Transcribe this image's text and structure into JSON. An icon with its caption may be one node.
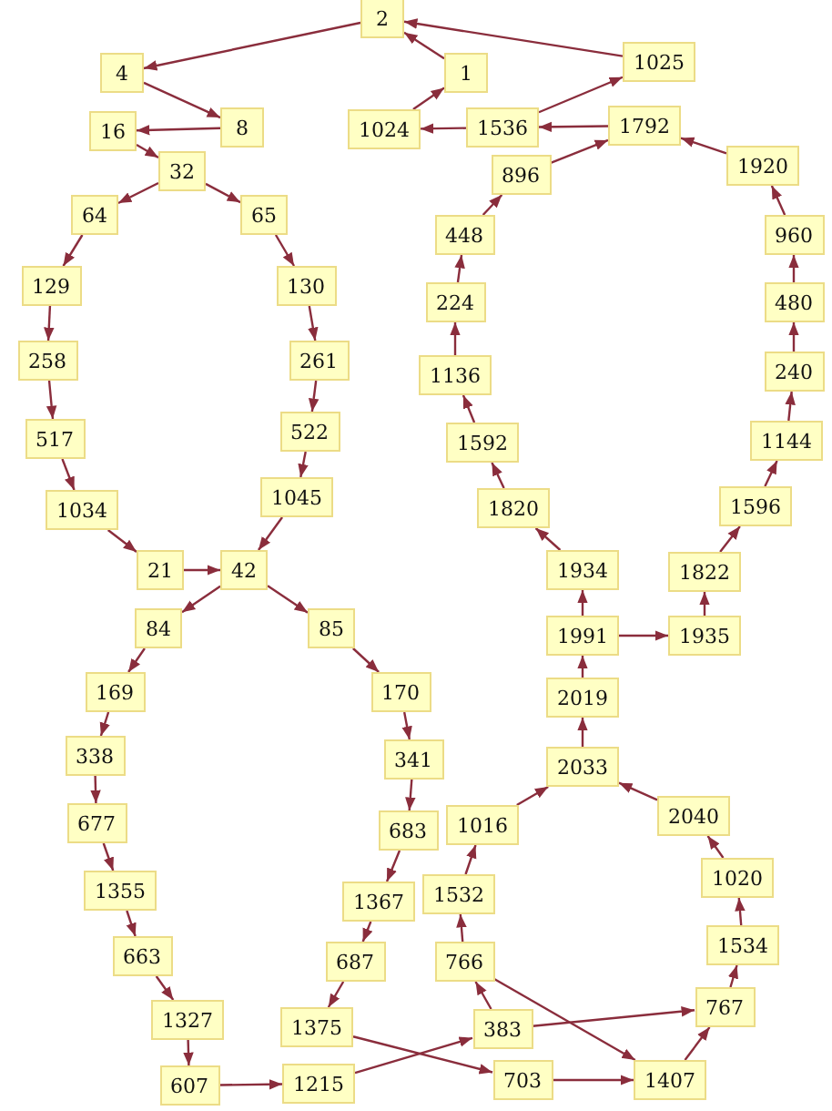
{
  "diagram": {
    "nodes": [
      {
        "text": [
          "2"
        ]
      },
      {
        "text": [
          "4"
        ]
      },
      {
        "text": [
          "1"
        ]
      },
      {
        "text": [
          "1025"
        ]
      },
      {
        "text": [
          "8"
        ]
      },
      {
        "text": [
          "16"
        ]
      },
      {
        "text": [
          "1024"
        ]
      },
      {
        "text": [
          "1536"
        ]
      },
      {
        "text": [
          "1792"
        ]
      },
      {
        "text": [
          "32"
        ]
      },
      {
        "text": [
          "896"
        ]
      },
      {
        "text": [
          "1920"
        ]
      },
      {
        "text": [
          "64"
        ]
      },
      {
        "text": [
          "65"
        ]
      },
      {
        "text": [
          "448"
        ]
      },
      {
        "text": [
          "960"
        ]
      },
      {
        "text": [
          "129"
        ]
      },
      {
        "text": [
          "130"
        ]
      },
      {
        "text": [
          "224"
        ]
      },
      {
        "text": [
          "480"
        ]
      },
      {
        "text": [
          "258"
        ]
      },
      {
        "text": [
          "261"
        ]
      },
      {
        "text": [
          "1136"
        ]
      },
      {
        "text": [
          "240"
        ]
      },
      {
        "text": [
          "517"
        ]
      },
      {
        "text": [
          "522"
        ]
      },
      {
        "text": [
          "1592"
        ]
      },
      {
        "text": [
          "1144"
        ]
      },
      {
        "text": [
          "1034"
        ]
      },
      {
        "text": [
          "1045"
        ]
      },
      {
        "text": [
          "1820"
        ]
      },
      {
        "text": [
          "1596"
        ]
      },
      {
        "text": [
          "21"
        ]
      },
      {
        "text": [
          "42"
        ]
      },
      {
        "text": [
          "1934"
        ]
      },
      {
        "text": [
          "1822"
        ]
      },
      {
        "text": [
          "84"
        ]
      },
      {
        "text": [
          "85"
        ]
      },
      {
        "text": [
          "1991"
        ]
      },
      {
        "text": [
          "1935"
        ]
      },
      {
        "text": [
          "169"
        ]
      },
      {
        "text": [
          "170"
        ]
      },
      {
        "text": [
          "2019"
        ]
      },
      {
        "text": [
          "338"
        ]
      },
      {
        "text": [
          "341"
        ]
      },
      {
        "text": [
          "2033"
        ]
      },
      {
        "text": [
          "677"
        ]
      },
      {
        "text": [
          "683"
        ]
      },
      {
        "text": [
          "1016"
        ]
      },
      {
        "text": [
          "2040"
        ]
      },
      {
        "text": [
          "1355"
        ]
      },
      {
        "text": [
          "1367"
        ]
      },
      {
        "text": [
          "1532"
        ]
      },
      {
        "text": [
          "1020"
        ]
      },
      {
        "text": [
          "663"
        ]
      },
      {
        "text": [
          "687"
        ]
      },
      {
        "text": [
          "766"
        ]
      },
      {
        "text": [
          "1534"
        ]
      },
      {
        "text": [
          "1327"
        ]
      },
      {
        "text": [
          "1375"
        ]
      },
      {
        "text": [
          "383"
        ]
      },
      {
        "text": [
          "767"
        ]
      },
      {
        "text": [
          "607"
        ]
      },
      {
        "text": [
          "1215"
        ]
      },
      {
        "text": [
          "703"
        ]
      },
      {
        "text": [
          "1407"
        ]
      }
    ],
    "edges": [
      {
        "from": 0,
        "to": 1,
        "arrow": "to"
      },
      {
        "from": 1,
        "to": 4,
        "arrow": "to"
      },
      {
        "from": 4,
        "to": 5,
        "arrow": "to"
      },
      {
        "from": 5,
        "to": 9,
        "arrow": "to"
      },
      {
        "from": 9,
        "to": 12,
        "arrow": "to"
      },
      {
        "from": 9,
        "to": 13,
        "arrow": "to"
      },
      {
        "from": 12,
        "to": 16,
        "arrow": "to"
      },
      {
        "from": 16,
        "to": 20,
        "arrow": "to"
      },
      {
        "from": 20,
        "to": 24,
        "arrow": "to"
      },
      {
        "from": 24,
        "to": 28,
        "arrow": "to"
      },
      {
        "from": 28,
        "to": 32,
        "arrow": "to"
      },
      {
        "from": 32,
        "to": 33,
        "arrow": "to"
      },
      {
        "from": 13,
        "to": 17,
        "arrow": "to"
      },
      {
        "from": 17,
        "to": 21,
        "arrow": "to"
      },
      {
        "from": 21,
        "to": 25,
        "arrow": "to"
      },
      {
        "from": 25,
        "to": 29,
        "arrow": "to"
      },
      {
        "from": 29,
        "to": 33,
        "arrow": "to"
      },
      {
        "from": 33,
        "to": 36,
        "arrow": "to"
      },
      {
        "from": 33,
        "to": 37,
        "arrow": "to"
      },
      {
        "from": 36,
        "to": 40,
        "arrow": "to"
      },
      {
        "from": 40,
        "to": 43,
        "arrow": "to"
      },
      {
        "from": 43,
        "to": 46,
        "arrow": "to"
      },
      {
        "from": 46,
        "to": 50,
        "arrow": "to"
      },
      {
        "from": 50,
        "to": 54,
        "arrow": "to"
      },
      {
        "from": 54,
        "to": 58,
        "arrow": "to"
      },
      {
        "from": 58,
        "to": 62,
        "arrow": "to"
      },
      {
        "from": 62,
        "to": 63,
        "arrow": "to"
      },
      {
        "from": 37,
        "to": 41,
        "arrow": "to"
      },
      {
        "from": 41,
        "to": 44,
        "arrow": "to"
      },
      {
        "from": 44,
        "to": 47,
        "arrow": "to"
      },
      {
        "from": 47,
        "to": 51,
        "arrow": "to"
      },
      {
        "from": 51,
        "to": 55,
        "arrow": "to"
      },
      {
        "from": 55,
        "to": 59,
        "arrow": "to"
      },
      {
        "from": 59,
        "to": 64,
        "arrow": "to"
      },
      {
        "from": 63,
        "to": 60,
        "arrow": "to"
      },
      {
        "from": 64,
        "to": 65,
        "arrow": "to"
      },
      {
        "from": 65,
        "to": 61,
        "arrow": "to"
      },
      {
        "from": 60,
        "to": 61,
        "arrow": "to"
      },
      {
        "from": 60,
        "to": 56,
        "arrow": "to"
      },
      {
        "from": 56,
        "to": 65,
        "arrow": "to"
      },
      {
        "from": 56,
        "to": 52,
        "arrow": "to"
      },
      {
        "from": 52,
        "to": 48,
        "arrow": "to"
      },
      {
        "from": 48,
        "to": 45,
        "arrow": "to"
      },
      {
        "from": 61,
        "to": 57,
        "arrow": "to"
      },
      {
        "from": 57,
        "to": 53,
        "arrow": "to"
      },
      {
        "from": 53,
        "to": 49,
        "arrow": "to"
      },
      {
        "from": 49,
        "to": 45,
        "arrow": "to"
      },
      {
        "from": 45,
        "to": 42,
        "arrow": "to"
      },
      {
        "from": 42,
        "to": 38,
        "arrow": "to"
      },
      {
        "from": 38,
        "to": 34,
        "arrow": "to"
      },
      {
        "from": 38,
        "to": 39,
        "arrow": "to"
      },
      {
        "from": 34,
        "to": 30,
        "arrow": "to"
      },
      {
        "from": 30,
        "to": 26,
        "arrow": "to"
      },
      {
        "from": 26,
        "to": 22,
        "arrow": "to"
      },
      {
        "from": 22,
        "to": 18,
        "arrow": "to"
      },
      {
        "from": 18,
        "to": 14,
        "arrow": "to"
      },
      {
        "from": 14,
        "to": 10,
        "arrow": "to"
      },
      {
        "from": 10,
        "to": 8,
        "arrow": "to"
      },
      {
        "from": 39,
        "to": 35,
        "arrow": "to"
      },
      {
        "from": 35,
        "to": 31,
        "arrow": "to"
      },
      {
        "from": 31,
        "to": 27,
        "arrow": "to"
      },
      {
        "from": 27,
        "to": 23,
        "arrow": "to"
      },
      {
        "from": 23,
        "to": 19,
        "arrow": "to"
      },
      {
        "from": 19,
        "to": 15,
        "arrow": "to"
      },
      {
        "from": 15,
        "to": 11,
        "arrow": "to"
      },
      {
        "from": 11,
        "to": 8,
        "arrow": "to"
      },
      {
        "from": 8,
        "to": 7,
        "arrow": "to"
      },
      {
        "from": 7,
        "to": 6,
        "arrow": "to"
      },
      {
        "from": 7,
        "to": 3,
        "arrow": "to"
      },
      {
        "from": 6,
        "to": 2,
        "arrow": "to"
      },
      {
        "from": 2,
        "to": 0,
        "arrow": "to"
      },
      {
        "from": 3,
        "to": 0,
        "arrow": "to"
      }
    ]
  }
}
